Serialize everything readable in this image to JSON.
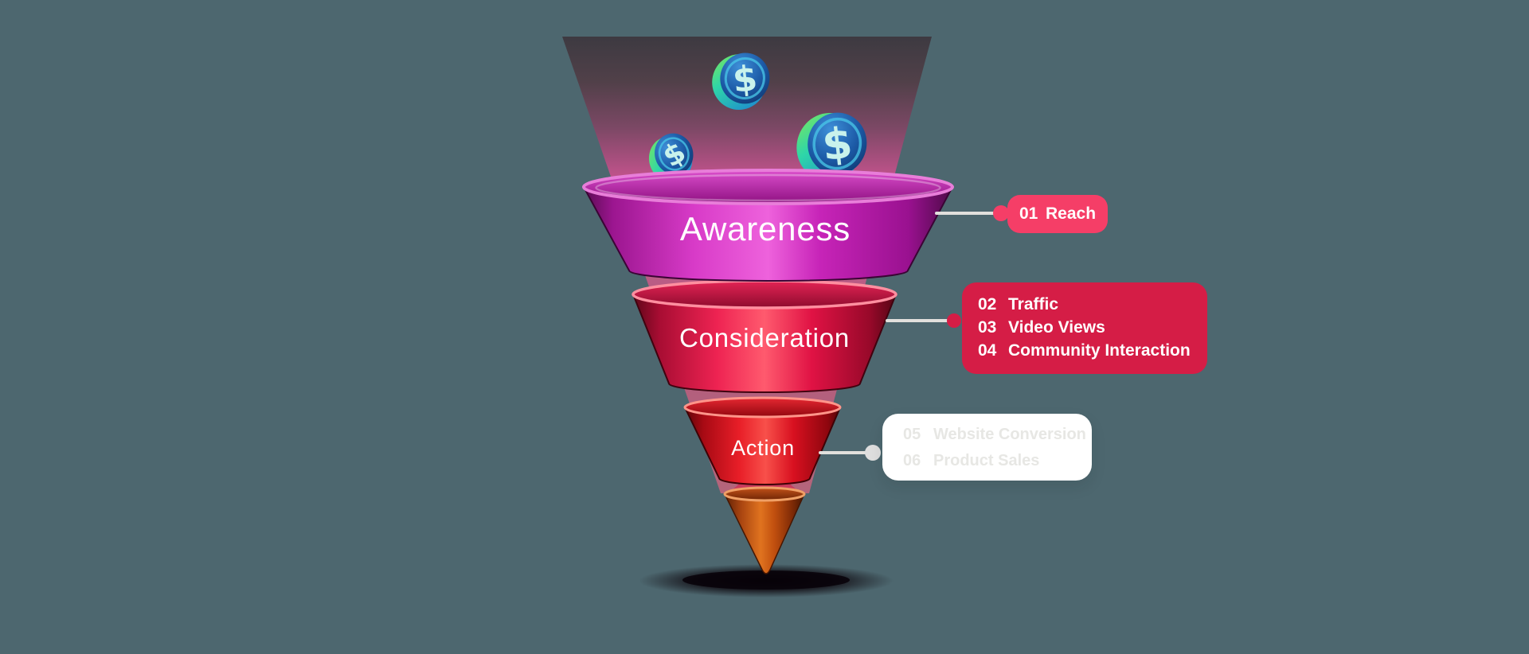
{
  "background_color": "#4D676F",
  "funnel": {
    "stages": [
      {
        "label": "Awareness",
        "color": "#C21FB5"
      },
      {
        "label": "Consideration",
        "color": "#E4104B"
      },
      {
        "label": "Action",
        "color": "#DC1226"
      }
    ],
    "spout_color": "#C9551B",
    "backdrop_top_color": "#3D3A41",
    "backdrop_bottom_color": "#BE5489",
    "shadow_color": "#0A0208"
  },
  "coins": {
    "symbol": "$",
    "count": 3,
    "face_color": "#1C5AA6",
    "rim_color": "#2ED6A8"
  },
  "callouts": [
    {
      "bg_color": "#F53E67",
      "dot_color": "#F53E67",
      "text_color": "#FFFFFF",
      "items": [
        {
          "num": "01",
          "label": "Reach"
        }
      ]
    },
    {
      "bg_color": "#D51D46",
      "dot_color": "#D51D46",
      "text_color": "#FFFFFF",
      "items": [
        {
          "num": "02",
          "label": "Traffic"
        },
        {
          "num": "03",
          "label": "Video Views"
        },
        {
          "num": "04",
          "label": "Community Interaction"
        }
      ]
    },
    {
      "bg_color": "#FFFFFF",
      "dot_color": "#DEDEDE",
      "text_color": "#E7E7E4",
      "items": [
        {
          "num": "05",
          "label": "Website Conversion"
        },
        {
          "num": "06",
          "label": "Product Sales"
        }
      ]
    }
  ]
}
